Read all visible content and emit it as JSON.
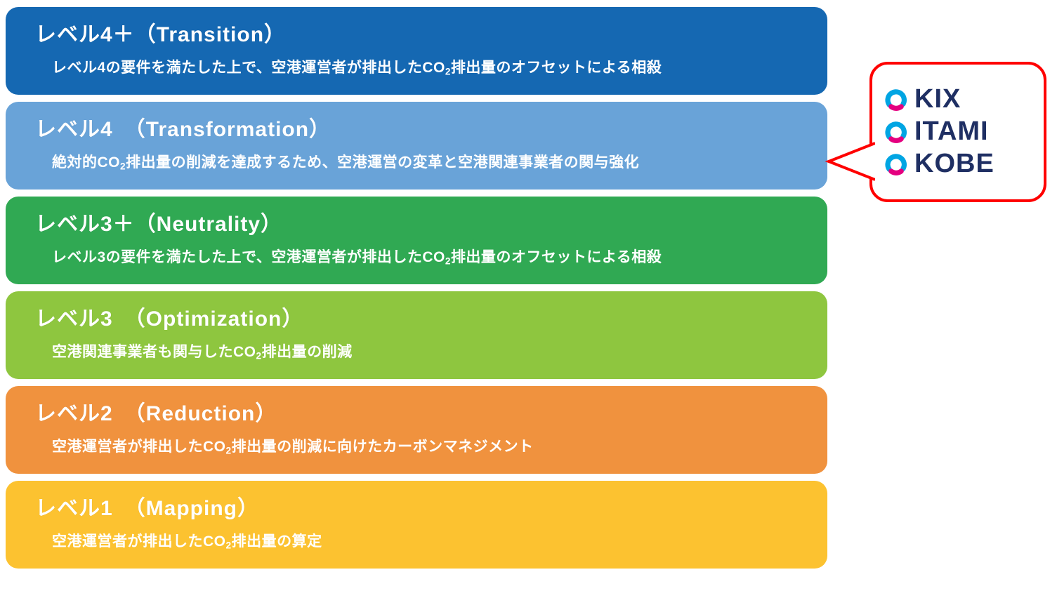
{
  "page": {
    "background": "#ffffff"
  },
  "levels": [
    {
      "title": "レベル4＋（Transition）",
      "desc_pre": "レベル4の要件を満たした上で、空港運営者が排出したCO",
      "desc_sub": "2",
      "desc_post": "排出量のオフセットによる相殺",
      "color": "#1568b2"
    },
    {
      "title": "レベル4　（Transformation）",
      "desc_pre": "絶対的CO",
      "desc_sub": "2",
      "desc_post": "排出量の削減を達成するため、空港運営の変革と空港関連事業者の関与強化",
      "color": "#69a3d8"
    },
    {
      "title": "レベル3＋（Neutrality）",
      "desc_pre": "レベル3の要件を満たした上で、空港運営者が排出したCO",
      "desc_sub": "2",
      "desc_post": "排出量のオフセットによる相殺",
      "color": "#30a953"
    },
    {
      "title": "レベル3　（Optimization）",
      "desc_pre": "空港関連事業者も関与したCO",
      "desc_sub": "2",
      "desc_post": "排出量の削減",
      "color": "#8ec63f"
    },
    {
      "title": "レベル2　（Reduction）",
      "desc_pre": "空港運営者が排出したCO",
      "desc_sub": "2",
      "desc_post": "排出量の削減に向けたカーボンマネジメント",
      "color": "#f0923e"
    },
    {
      "title": "レベル1　（Mapping）",
      "desc_pre": "空港運営者が排出したCO",
      "desc_sub": "2",
      "desc_post": "排出量の算定",
      "color": "#fcc230"
    }
  ],
  "callout": {
    "border_color": "#ff0000",
    "text_color": "#1f2f63",
    "airports": [
      "KIX",
      "ITAMI",
      "KOBE"
    ],
    "logo_colors": {
      "cyan": "#00a5e3",
      "magenta": "#e4007f"
    }
  }
}
